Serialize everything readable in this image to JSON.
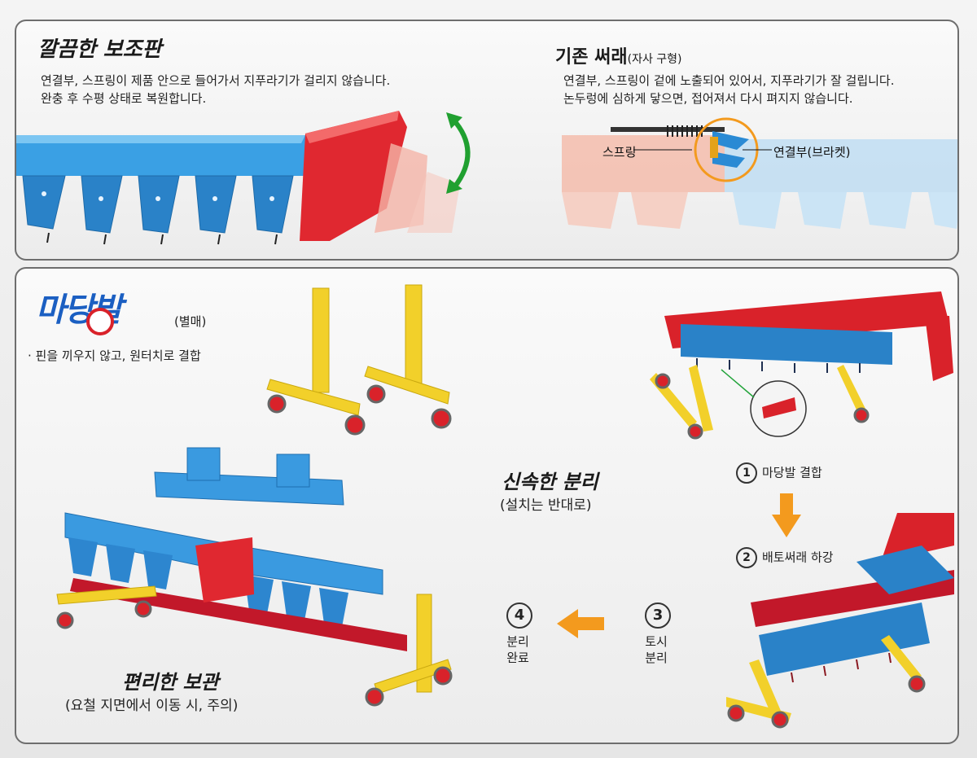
{
  "top": {
    "left_title": "깔끔한 보조판",
    "left_lines": [
      "연결부, 스프링이 제품 안으로 들어가서 지푸라기가 걸리지 않습니다.",
      "완충 후 수평 상태로 복원합니다."
    ],
    "right_title": "기존 써래",
    "right_title_sub": "(자사 구형)",
    "right_lines": [
      "연결부, 스프링이 겉에 노출되어 있어서, 지푸라기가 잘 걸립니다.",
      "논두렁에 심하게 닿으면, 접어져서 다시 펴지지 않습니다."
    ],
    "callout_spring": "스프링",
    "callout_bracket": "연결부(브라켓)"
  },
  "bottom": {
    "logo_text": "마당발",
    "logo_sub": "(별매)",
    "bullet": "· 핀을 끼우지 않고, 원터치로 결합",
    "mid_title": "신속한 분리",
    "mid_sub": "(설치는 반대로)",
    "steps": [
      {
        "num": "1",
        "label": "마당발 결합"
      },
      {
        "num": "2",
        "label": "배토써래 하강"
      },
      {
        "num": "3",
        "label_l1": "토시",
        "label_l2": "분리"
      },
      {
        "num": "4",
        "label_l1": "분리",
        "label_l2": "완료"
      }
    ],
    "storage_title": "편리한 보관",
    "storage_sub": "(요철 지면에서 이동 시, 주의)"
  },
  "colors": {
    "blue": "#2f8fd8",
    "red": "#d9222a",
    "yellow": "#f2d02a",
    "green": "#22a33a",
    "orange": "#f39a1e",
    "logo_blue": "#1b5fc2"
  }
}
